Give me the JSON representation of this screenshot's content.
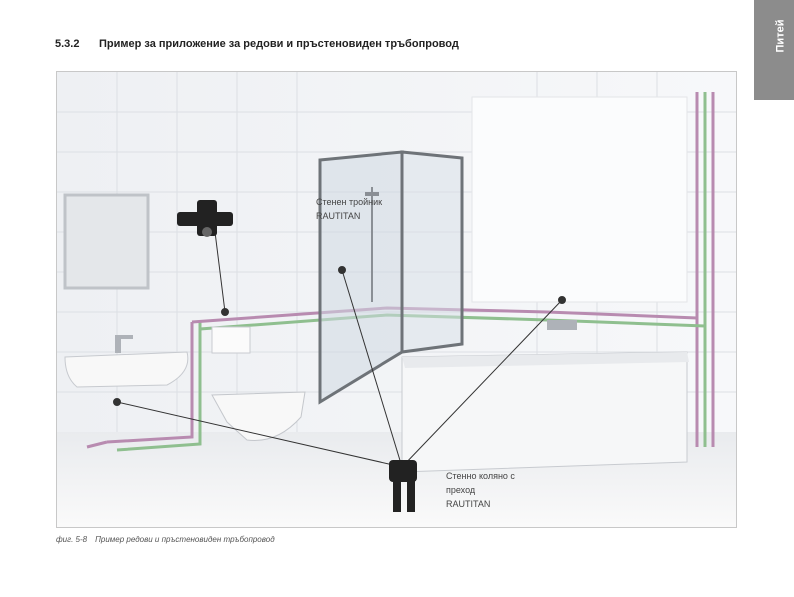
{
  "header": {
    "section_number": "5.3.2",
    "section_title": "Пример за приложение за редови и пръстеновиден тръбопровод"
  },
  "side_tab": {
    "label": "Питей"
  },
  "figure": {
    "labels": {
      "wall_tee_line1": "Стенен тройник",
      "wall_tee_line2": "RAUTITAN",
      "wall_elbow_line1": "Стенно коляно с",
      "wall_elbow_line2": "преход",
      "wall_elbow_line3": "RAUTITAN"
    },
    "colors": {
      "pipe_purple": "#b88bb0",
      "pipe_green": "#8fbf8f",
      "leader": "#333333"
    }
  },
  "caption": {
    "number": "фиг. 5-8",
    "text": "Пример редови и пръстеновиден тръбопровод"
  }
}
